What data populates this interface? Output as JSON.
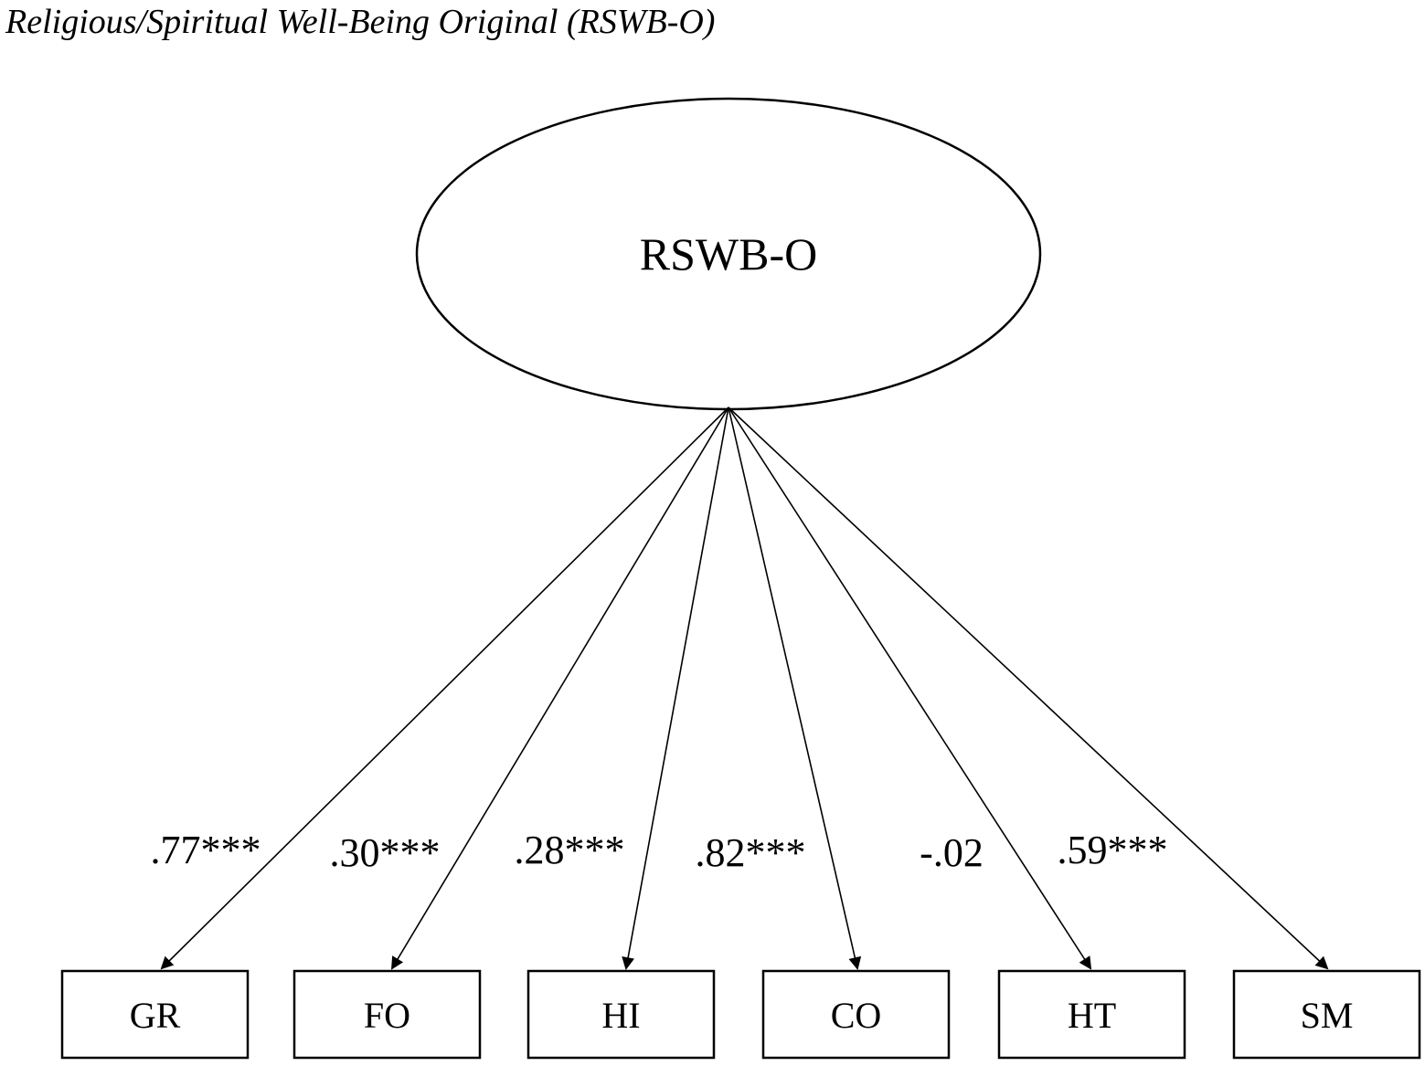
{
  "title": "Religious/Spiritual Well-Being Original (RSWB-O)",
  "latent": {
    "label": "RSWB-O"
  },
  "indicators": [
    {
      "label": "GR",
      "loading": ".77***"
    },
    {
      "label": "FO",
      "loading": ".30***"
    },
    {
      "label": "HI",
      "loading": ".28***"
    },
    {
      "label": "CO",
      "loading": ".82***"
    },
    {
      "label": "HT",
      "loading": "-.02"
    },
    {
      "label": "SM",
      "loading": ".59***"
    }
  ],
  "colors": {
    "stroke": "#000000",
    "background": "#ffffff"
  }
}
